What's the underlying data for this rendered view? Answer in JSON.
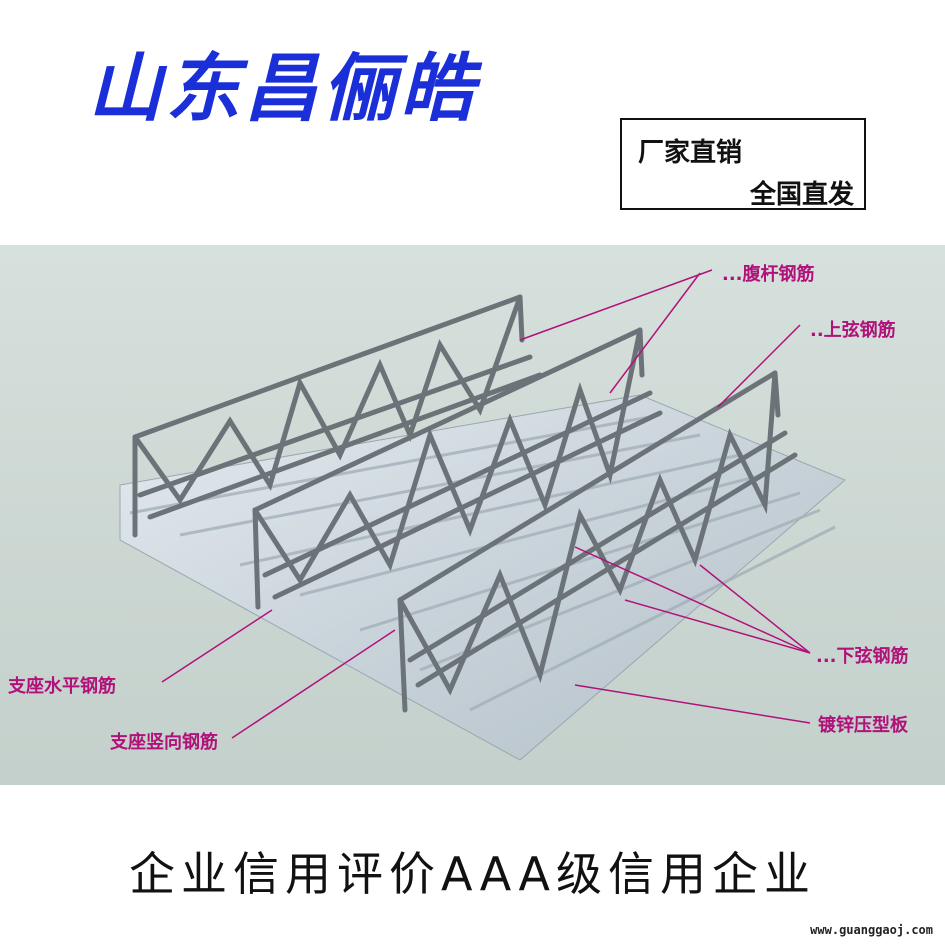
{
  "brand": {
    "name": "山东昌俪皓",
    "color": "#1a2fd8"
  },
  "promo": {
    "line1": "厂家直销",
    "line2": "全国直发"
  },
  "labels": {
    "web_rebar": "...腹杆钢筋",
    "top_chord": "..上弦钢筋",
    "bottom_chord": "...下弦钢筋",
    "galvanized_deck": "镀锌压型板",
    "support_horizontal": "支座水平钢筋",
    "support_vertical": "支座竖向钢筋",
    "color": "#b0127a"
  },
  "claim": "企业信用评价AAA级信用企业",
  "watermark": "www.guanggaoj.com"
}
